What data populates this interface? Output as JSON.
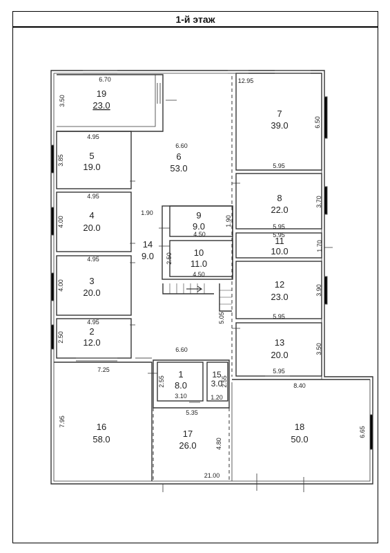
{
  "header": {
    "title": "1-й этаж"
  },
  "rooms": [
    {
      "num": "1",
      "area": "8.0"
    },
    {
      "num": "2",
      "area": "12.0"
    },
    {
      "num": "3",
      "area": "20.0"
    },
    {
      "num": "4",
      "area": "20.0"
    },
    {
      "num": "5",
      "area": "19.0"
    },
    {
      "num": "6",
      "area": "53.0"
    },
    {
      "num": "7",
      "area": "39.0"
    },
    {
      "num": "8",
      "area": "22.0"
    },
    {
      "num": "9",
      "area": "9.0"
    },
    {
      "num": "10",
      "area": "11.0"
    },
    {
      "num": "11",
      "area": "10.0"
    },
    {
      "num": "12",
      "area": "23.0"
    },
    {
      "num": "13",
      "area": "20.0"
    },
    {
      "num": "14",
      "area": "9.0"
    },
    {
      "num": "15",
      "area": "3.0"
    },
    {
      "num": "16",
      "area": "58.0"
    },
    {
      "num": "17",
      "area": "26.0"
    },
    {
      "num": "18",
      "area": "50.0"
    },
    {
      "num": "19",
      "area": "23.0"
    }
  ],
  "dimensions": [
    "6.70",
    "3.50",
    "12.95",
    "6.50",
    "4.95",
    "3.85",
    "6.60",
    "5.95",
    "4.95",
    "3.70",
    "4.00",
    "1.90",
    "1.90",
    "4.50",
    "5.95",
    "5.95",
    "1.70",
    "4.95",
    "2.50",
    "4.50",
    "3.90",
    "4.00",
    "5.95",
    "5.05",
    "4.95",
    "2.50",
    "3.50",
    "6.60",
    "7.25",
    "2.55",
    "2.55",
    "5.95",
    "8.40",
    "3.10",
    "1.20",
    "5.35",
    "7.95",
    "6.65",
    "4.80",
    "21.00"
  ]
}
